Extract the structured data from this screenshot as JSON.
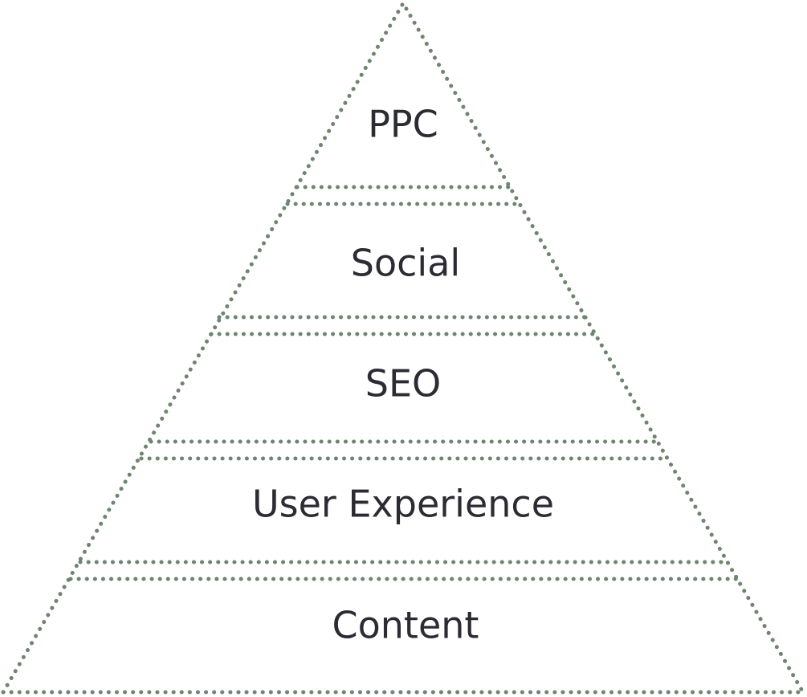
{
  "diagram": {
    "tiers": [
      {
        "label": "PPC"
      },
      {
        "label": "Social"
      },
      {
        "label": "SEO"
      },
      {
        "label": "User Experience"
      },
      {
        "label": "Content"
      }
    ],
    "colors": {
      "dots": "#6e8570",
      "text": "#2b2b33"
    }
  }
}
